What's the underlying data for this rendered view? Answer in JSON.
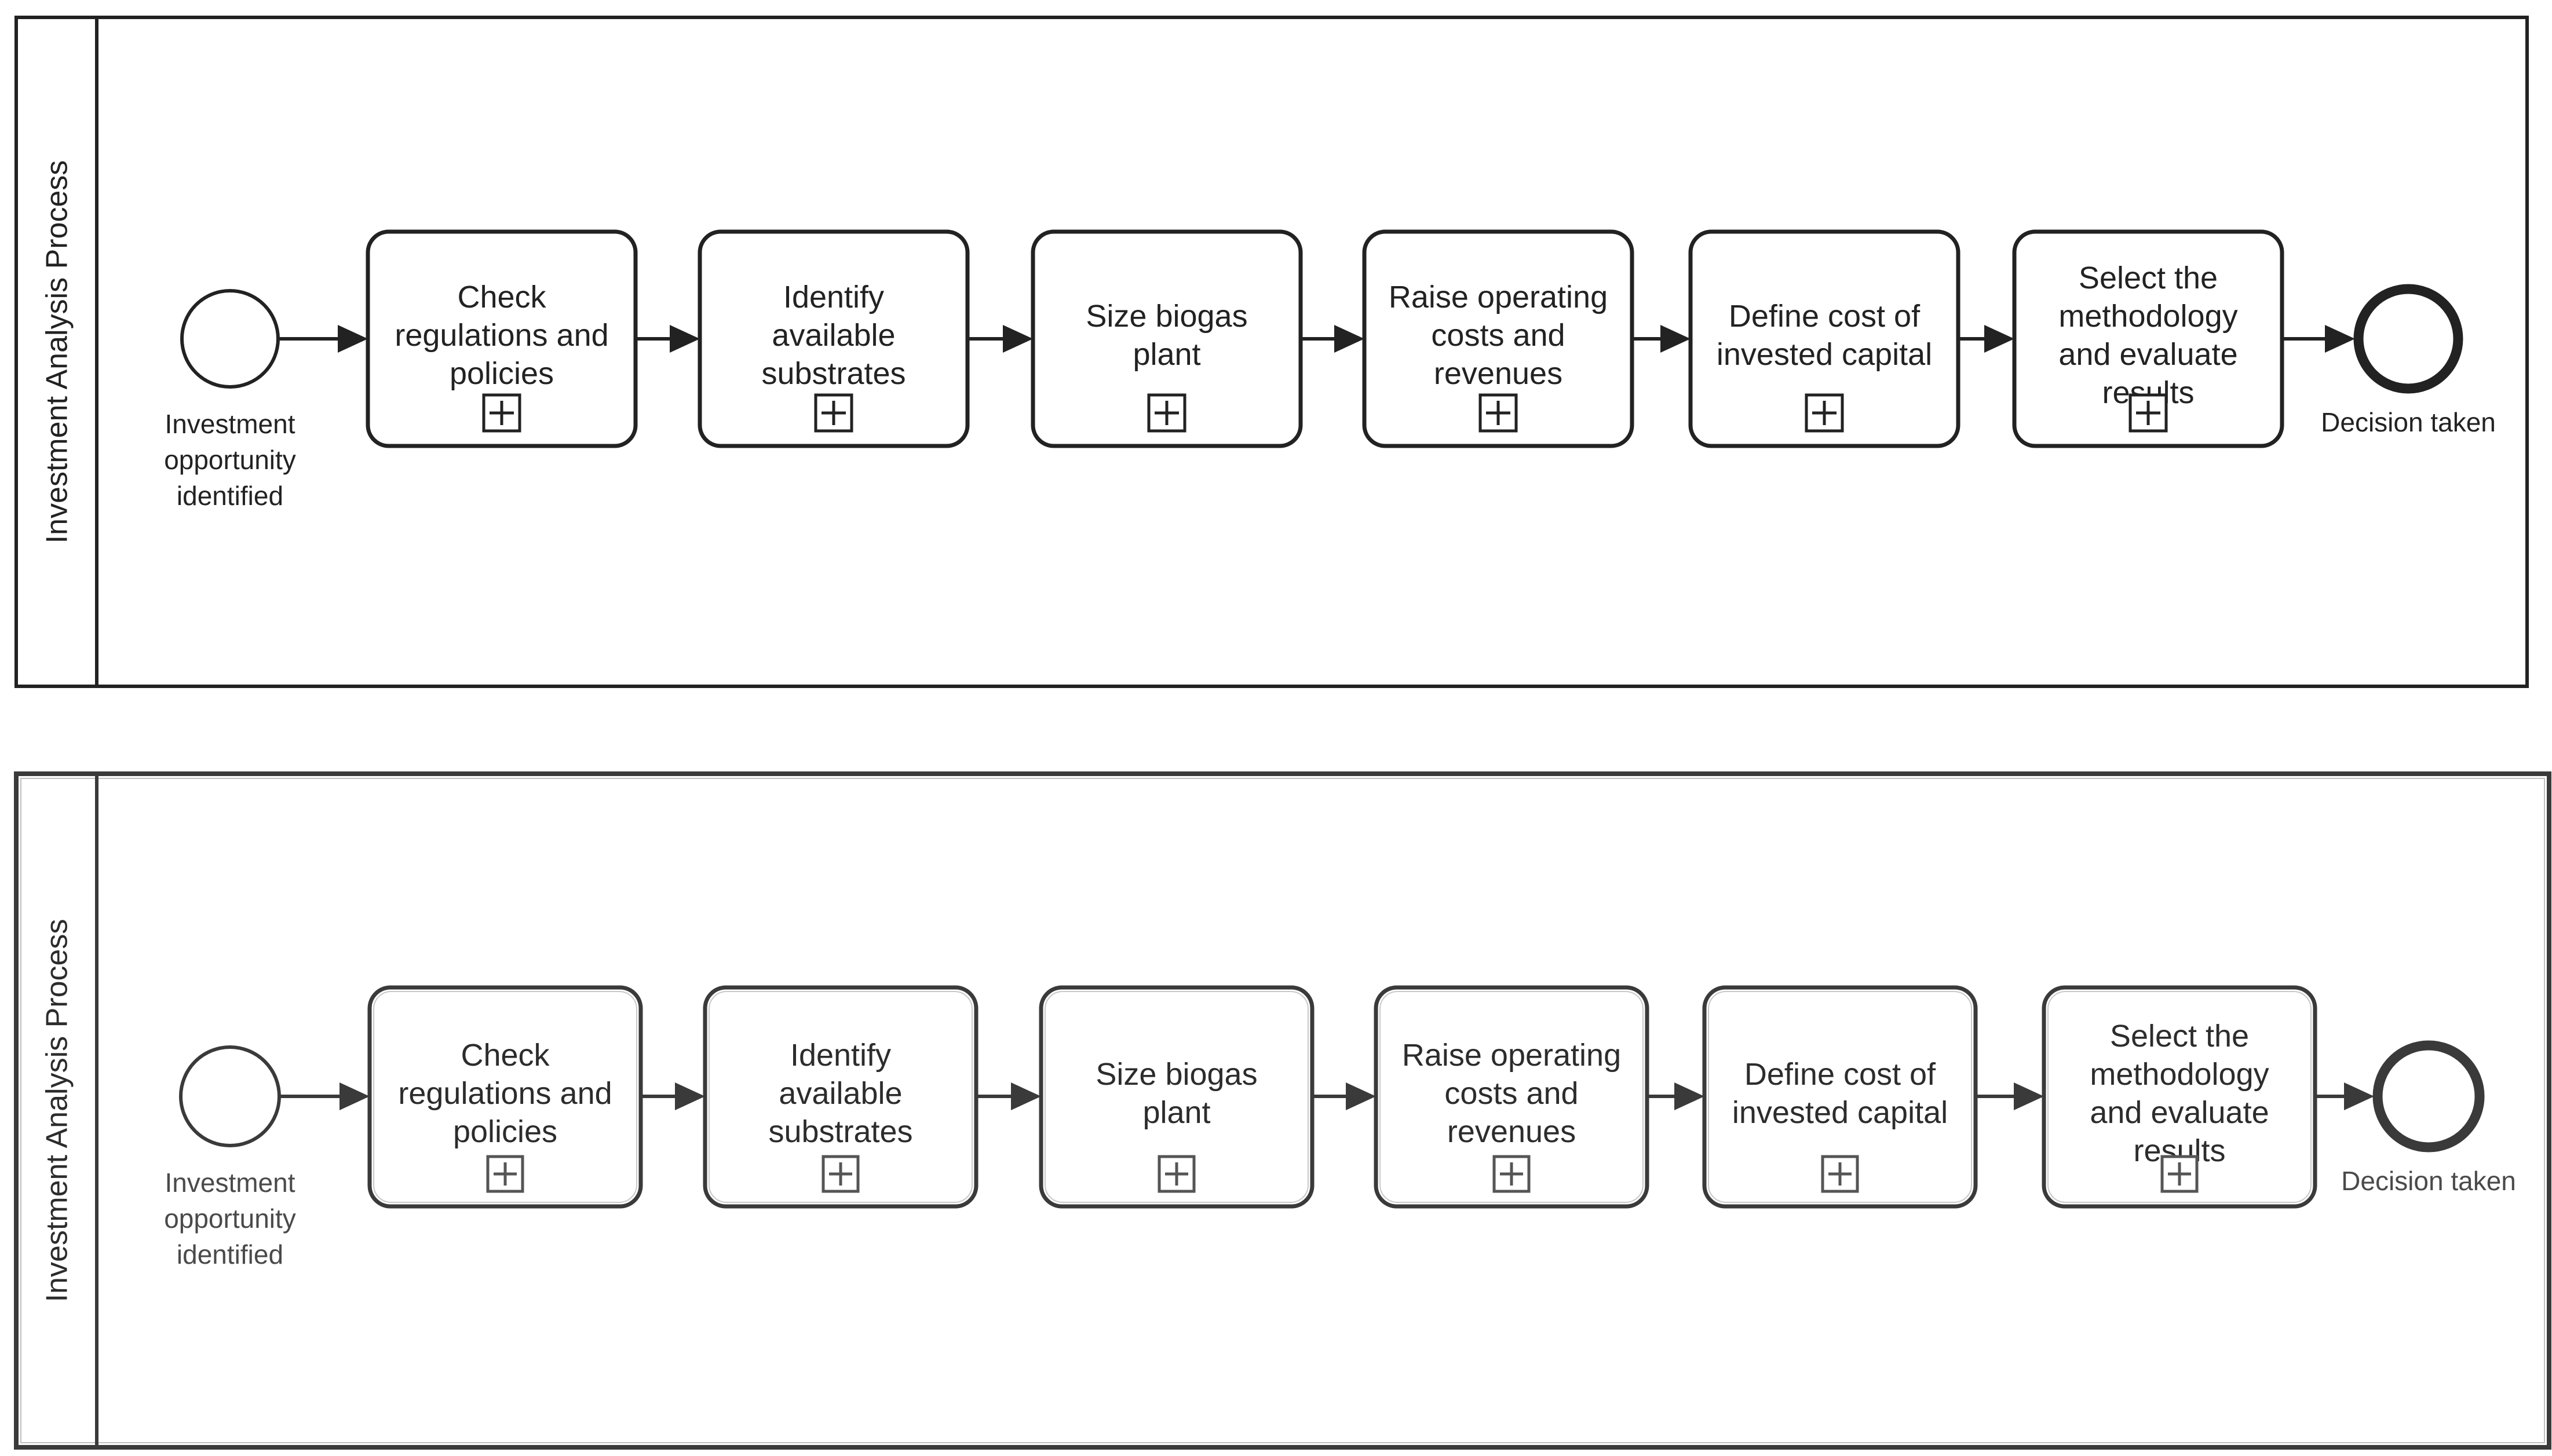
{
  "pools": [
    {
      "label": "Investment Analysis Process",
      "variant": "sharp",
      "start_event": [
        "Investment",
        "opportunity",
        "identified"
      ],
      "end_event": [
        "Decision taken"
      ],
      "tasks": [
        {
          "lines": [
            "Check",
            "regulations and",
            "policies"
          ]
        },
        {
          "lines": [
            "Identify",
            "available",
            "substrates"
          ]
        },
        {
          "lines": [
            "Size biogas",
            "plant"
          ]
        },
        {
          "lines": [
            "Raise operating",
            "costs and",
            "revenues"
          ]
        },
        {
          "lines": [
            "Define cost of",
            "invested capital"
          ]
        },
        {
          "lines": [
            "Select the",
            "methodology",
            "and evaluate",
            "results"
          ]
        }
      ]
    },
    {
      "label": "Investment Analysis Process",
      "variant": "soft",
      "start_event": [
        "Investment",
        "opportunity",
        "identified"
      ],
      "end_event": [
        "Decision taken"
      ],
      "tasks": [
        {
          "lines": [
            "Check",
            "regulations and",
            "policies"
          ]
        },
        {
          "lines": [
            "Identify",
            "available",
            "substrates"
          ]
        },
        {
          "lines": [
            "Size biogas",
            "plant"
          ]
        },
        {
          "lines": [
            "Raise operating",
            "costs and",
            "revenues"
          ]
        },
        {
          "lines": [
            "Define cost of",
            "invested capital"
          ]
        },
        {
          "lines": [
            "Select the",
            "methodology",
            "and evaluate",
            "results"
          ]
        }
      ]
    }
  ],
  "colors": {
    "stroke": "#222222",
    "stroke_soft": "#3a3a3a",
    "fill": "#ffffff",
    "marker_soft": "#555555"
  }
}
